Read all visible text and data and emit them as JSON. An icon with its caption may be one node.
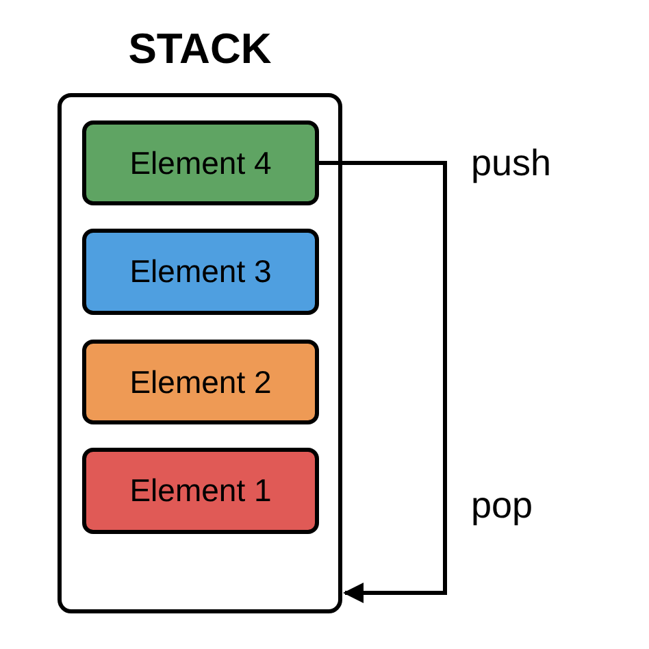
{
  "diagram": {
    "nodes": [
      {
        "text": [
          "STACK"
        ]
      },
      {
        "text": [
          "Element 4"
        ],
        "in": 0
      },
      {
        "text": [
          "Element 3"
        ],
        "in": 0
      },
      {
        "text": [
          "Element 2"
        ],
        "in": 0
      },
      {
        "text": [
          "Element 1"
        ],
        "in": 0
      }
    ],
    "edges": [
      {
        "from": 1,
        "to": 0,
        "arrow": "to"
      }
    ],
    "labels": [
      "push",
      "pop"
    ]
  }
}
